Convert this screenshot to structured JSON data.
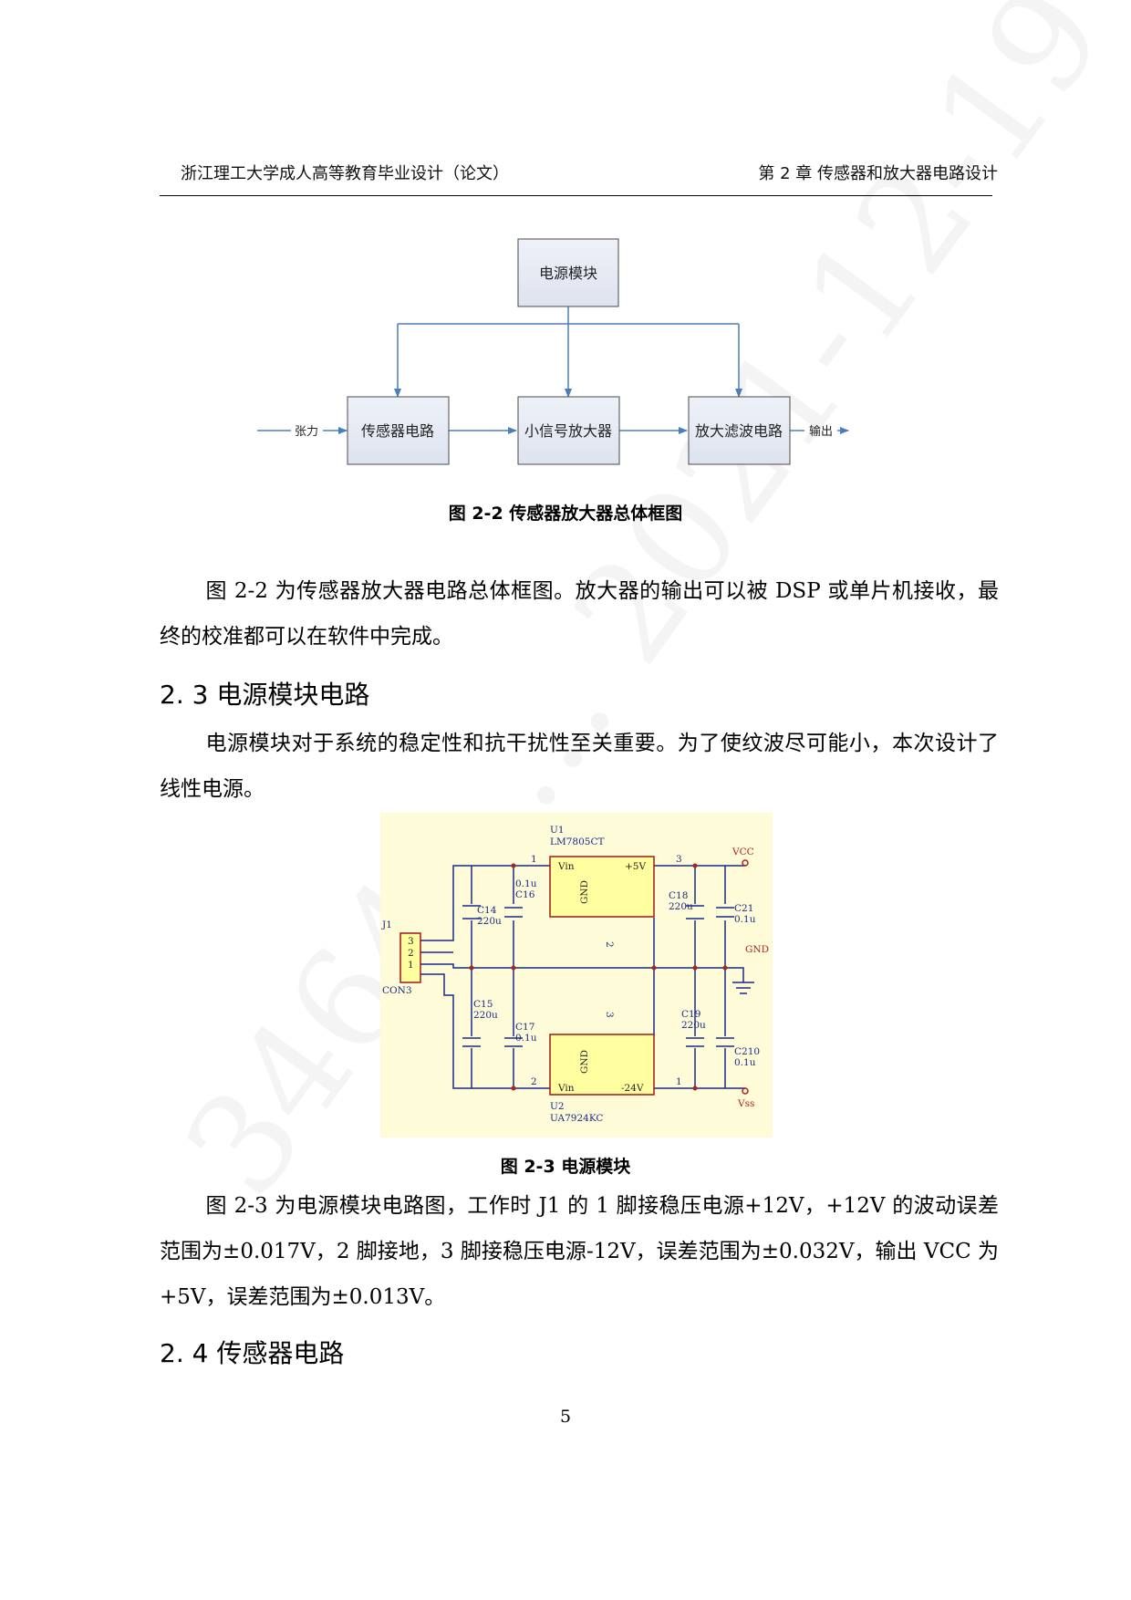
{
  "header": {
    "left": "浙江理工大学成人高等教育毕业设计（论文）",
    "right": "第 2 章  传感器和放大器电路设计"
  },
  "block_diagram": {
    "power": "电源模块",
    "sensor": "传感器电路",
    "small_amp": "小信号放大器",
    "filter": "放大滤波电路",
    "input_label": "张力",
    "output_label": "输出"
  },
  "fig1_caption": "图 2-2  传感器放大器总体框图",
  "para1": "图 2-2  为传感器放大器电路总体框图。放大器的输出可以被 DSP 或单片机接收，最终的校准都可以在软件中完成。",
  "section_2_3": "2. 3 电源模块电路",
  "para2": "电源模块对于系统的稳定性和抗干扰性至关重要。为了使纹波尽可能小，本次设计了线性电源。",
  "schematic": {
    "u1": "U1",
    "u1_part": "LM7805CT",
    "u1_vin": "Vin",
    "u1_out": "+5V",
    "u1_gnd": "GND",
    "u2": "U2",
    "u2_part": "UA7924KC",
    "u2_vin": "Vin",
    "u2_out": "-24V",
    "u2_gnd": "GND",
    "vcc": "VCC",
    "vss": "Vss",
    "gnd": "GND",
    "j1": "J1",
    "con3": "CON3",
    "pin3": "3",
    "pin2": "2",
    "pin1": "1",
    "c14": "C14",
    "c14_val": "220u",
    "c16": "C16",
    "c16_val": "0.1u",
    "c18": "C18",
    "c18_val": "220u",
    "c21": "C21",
    "c21_val": "0.1u",
    "c15": "C15",
    "c15_val": "220u",
    "c17": "C17",
    "c17_val": "0.1u",
    "c19": "C19",
    "c19_val": "220u",
    "c210": "C210",
    "c210_val": "0.1u",
    "n1": "1",
    "n2": "2",
    "n3": "3"
  },
  "fig2_caption": "图 2-3  电源模块",
  "para3": "图 2-3  为电源模块电路图，工作时 J1 的 1 脚接稳压电源+12V，+12V 的波动误差范围为±0.017V，2 脚接地，3 脚接稳压电源-12V，误差范围为±0.032V，输出 VCC 为+5V，误差范围为±0.013V。",
  "section_2_4": "2. 4 传感器电路",
  "page_number": "5",
  "watermark": "34643 … 2021-12-19"
}
